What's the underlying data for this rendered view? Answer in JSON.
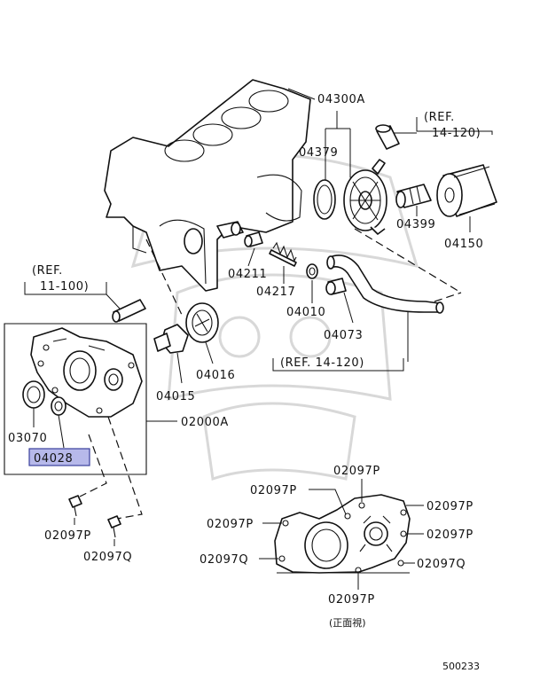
{
  "diagram_id": "500233",
  "labels": {
    "block": "04300A",
    "ref_top_a": "(REF.",
    "ref_top_b": "14-120)",
    "seal_04379": "04379",
    "fitting_04399": "04399",
    "filter_04150": "04150",
    "ref_left_a": "(REF.",
    "ref_left_b": "11-100)",
    "plug_04211": "04211",
    "spring_04217": "04217",
    "ring_04010": "04010",
    "plug_04073": "04073",
    "ref_mid": "(REF. 14-120)",
    "rotor_04016": "04016",
    "rotor_04015": "04015",
    "case_02000A": "02000A",
    "seal_03070": "03070",
    "oring_04028": "04028",
    "bolt_left_1": "02097P",
    "bolt_left_2": "02097Q",
    "front_top": "02097P",
    "front_top_left": "02097P",
    "front_right_top": "02097P",
    "front_left": "02097P",
    "front_right_mid": "02097P",
    "front_left_q": "02097Q",
    "front_right_q": "02097Q",
    "front_bottom": "02097P",
    "front_view_caption": "(正面視)"
  },
  "highlight": {
    "part": "04028",
    "color": "#b7b9ea"
  }
}
